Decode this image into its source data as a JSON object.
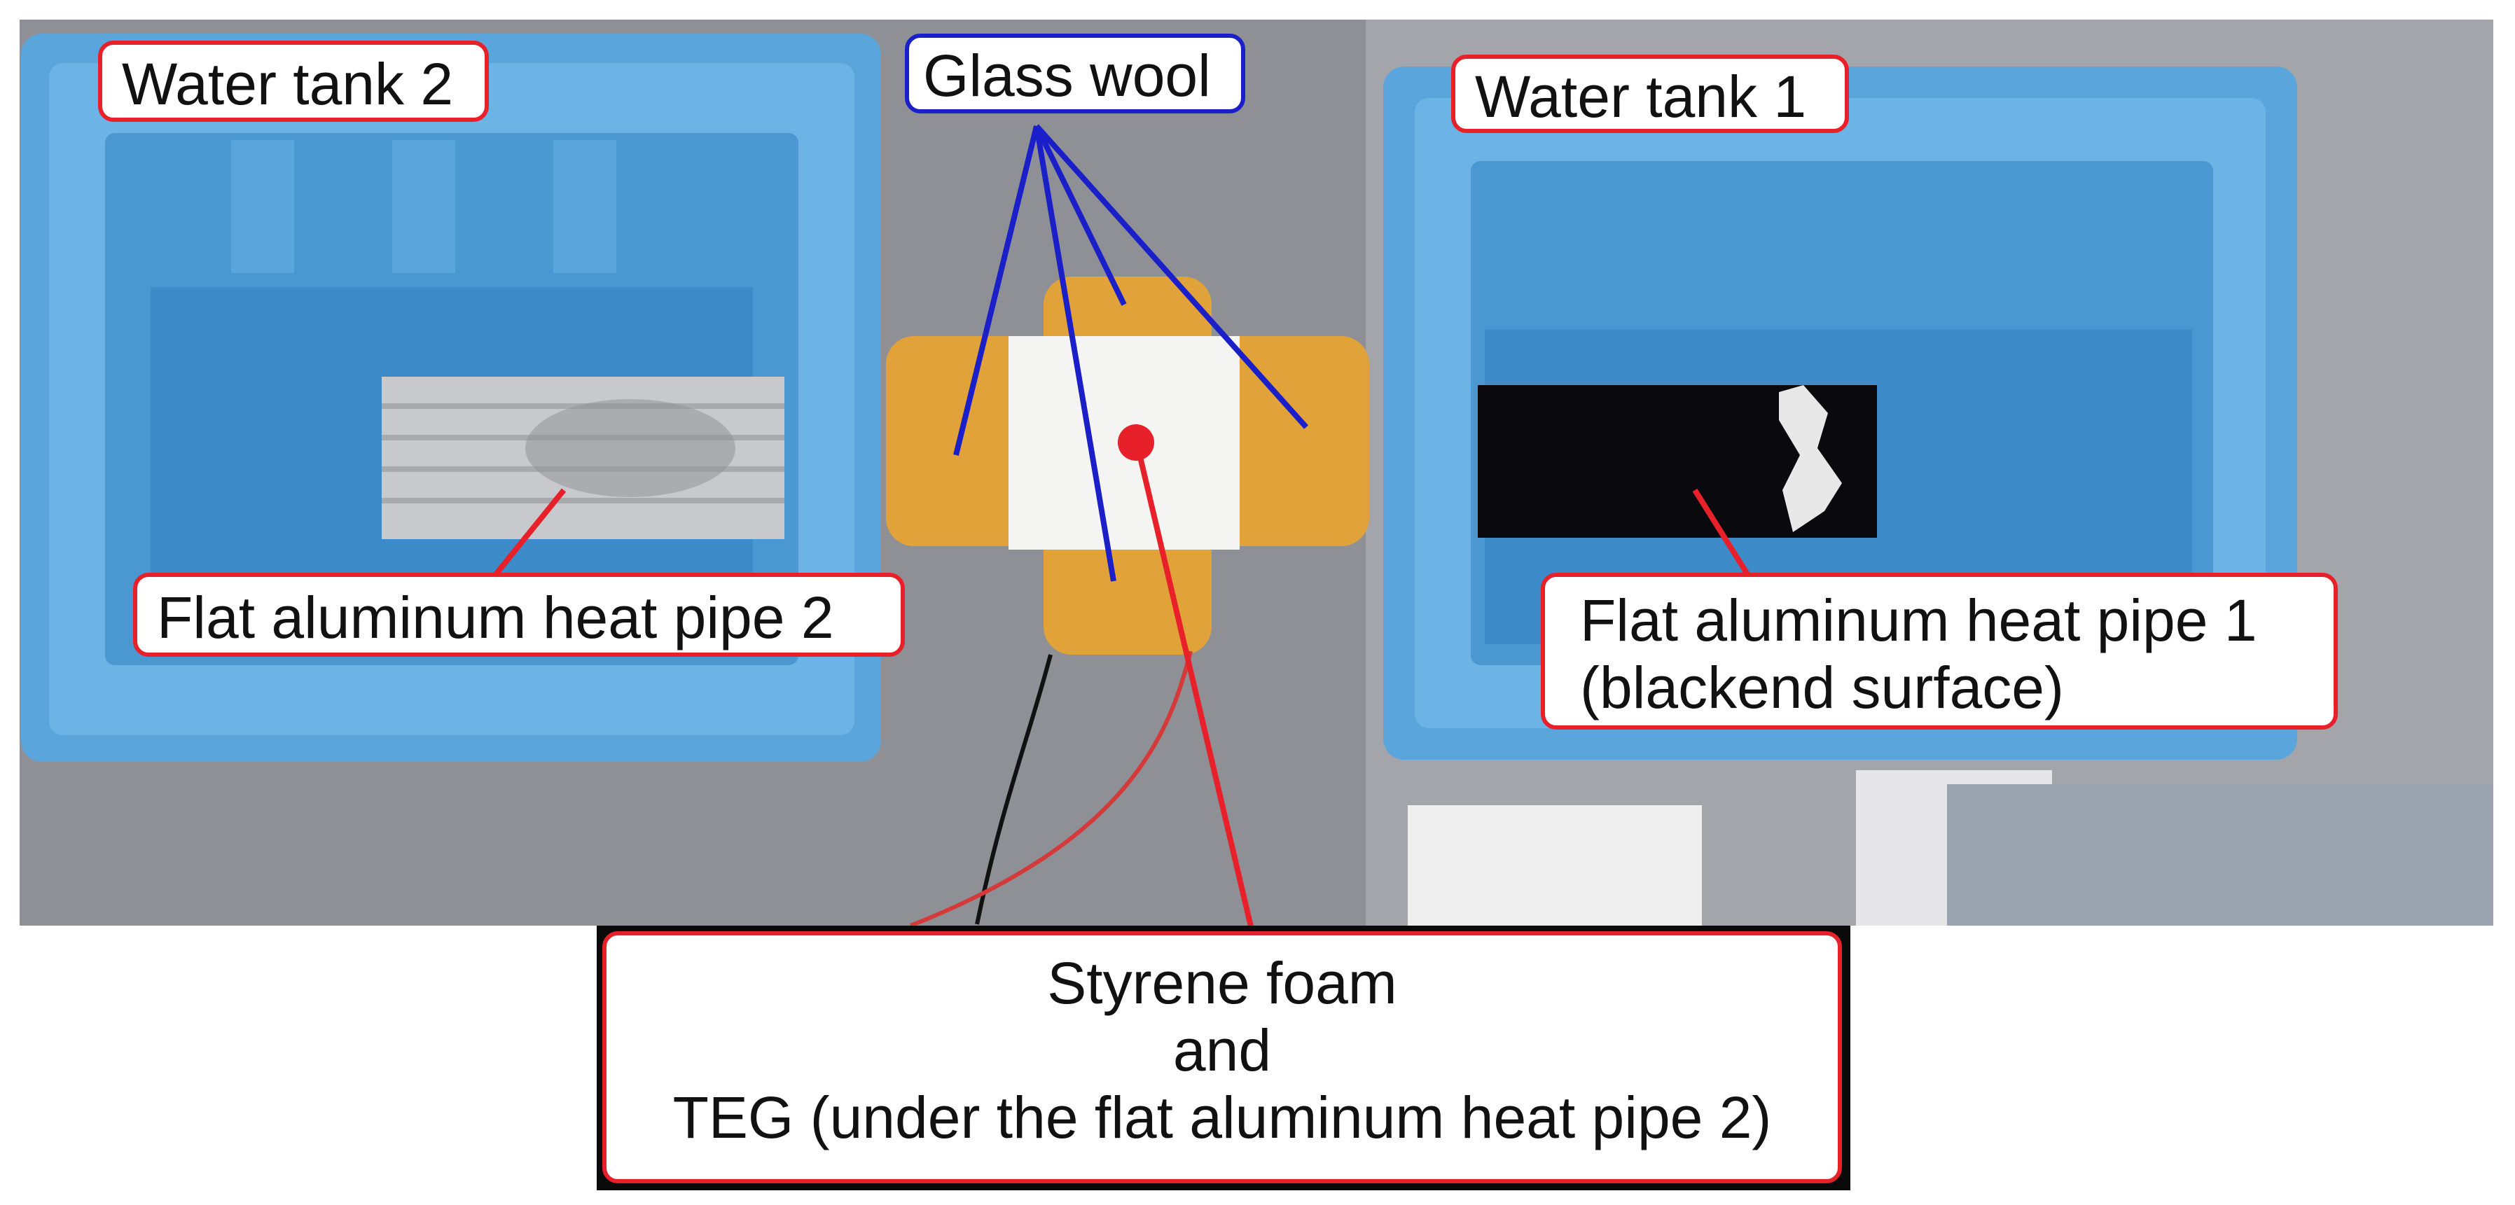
{
  "labels": {
    "water_tank_2": "Water tank 2",
    "water_tank_1": "Water tank 1",
    "glass_wool": "Glass wool",
    "heat_pipe_2": "Flat aluminum heat pipe 2",
    "heat_pipe_1_line1": "Flat aluminum heat pipe 1",
    "heat_pipe_1_line2": "(blackend surface)",
    "styrene_line1": "Styrene foam",
    "styrene_line2": "and",
    "styrene_line3": "TEG (under the flat aluminum heat pipe 2)"
  },
  "colors": {
    "red_callout": "#e8202a",
    "blue_callout": "#1a1fc8",
    "styrofoam_blue": "#5aa6dc",
    "tape_orange": "#e2a23a",
    "floor_gray": "#8f9096"
  }
}
